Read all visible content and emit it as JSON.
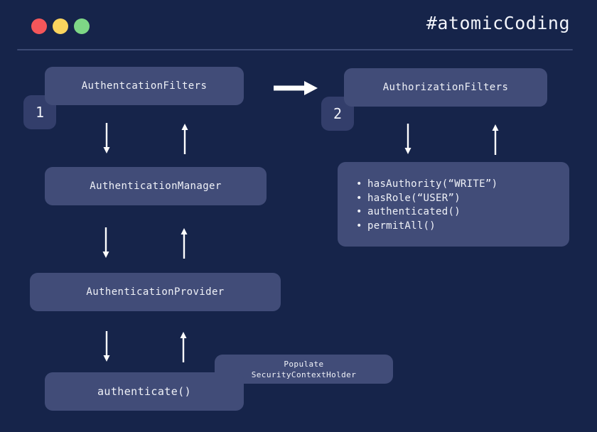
{
  "header": {
    "title": "#atomicCoding",
    "dots": [
      {
        "name": "close-dot",
        "color": "#f4565a"
      },
      {
        "name": "minimize-dot",
        "color": "#fad45e"
      },
      {
        "name": "maximize-dot",
        "color": "#7ed786"
      }
    ]
  },
  "theme": {
    "background": "#16244a",
    "node_fill": "#414c78",
    "badge_fill": "#333e6b",
    "text": "#f0f2f8",
    "divider": "#3c4a73",
    "arrow": "#ffffff"
  },
  "nodes": {
    "authentication_filters": "AuthentcationFilters",
    "authorization_filters": "AuthorizationFilters",
    "authentication_manager": "AuthenticationManager",
    "authentication_provider": "AuthenticationProvider",
    "authenticate": "authenticate()",
    "populate_line1": "Populate",
    "populate_line2": "SecurityContextHolder"
  },
  "badges": {
    "step_one": "1",
    "step_two": "2"
  },
  "authorization_options": [
    "hasAuthority(“WRITE”)",
    "hasRole(“USER”)",
    "authenticated()",
    "permitAll()"
  ]
}
